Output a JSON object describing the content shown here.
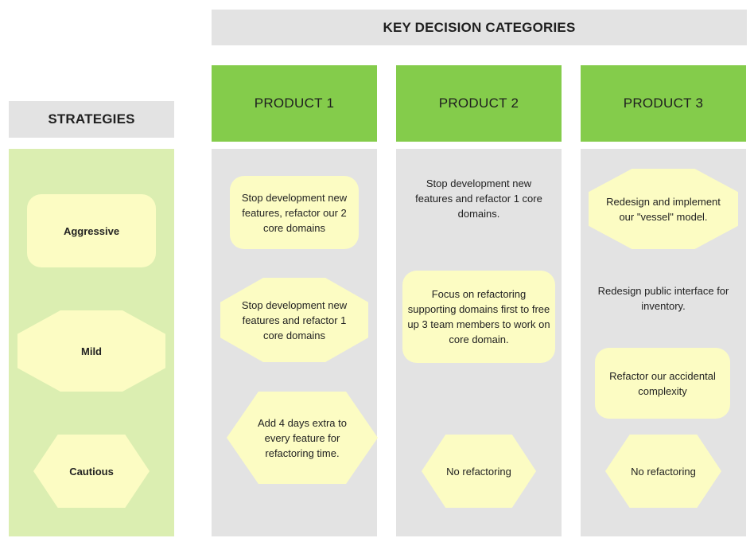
{
  "title": "KEY DECISION CATEGORIES",
  "strategies_header": "STRATEGIES",
  "strategies": {
    "aggressive": "Aggressive",
    "mild": "Mild",
    "cautious": "Cautious"
  },
  "products": [
    {
      "name": "PRODUCT 1",
      "aggressive": "Stop development new features, refactor our 2 core domains",
      "mild": "Stop development new features and refactor 1 core domains",
      "cautious": "Add 4 days extra to every feature for refactoring time."
    },
    {
      "name": "PRODUCT 2",
      "aggressive": "Stop development new features and refactor 1 core domains.",
      "mild": "Focus on refactoring supporting domains first to free up 3 team members to work on core domain.",
      "cautious": "No refactoring"
    },
    {
      "name": "PRODUCT 3",
      "aggressive": "Redesign and implement our \"vessel\" model.",
      "mild_note": "Redesign public interface for inventory.",
      "mild": "Refactor our accidental complexity",
      "cautious": "No refactoring"
    }
  ],
  "colors": {
    "header_grey": "#e3e3e3",
    "product_green": "#84cc4b",
    "strategy_green": "#dbeeb1",
    "sticky_yellow": "#fcfcc3"
  }
}
